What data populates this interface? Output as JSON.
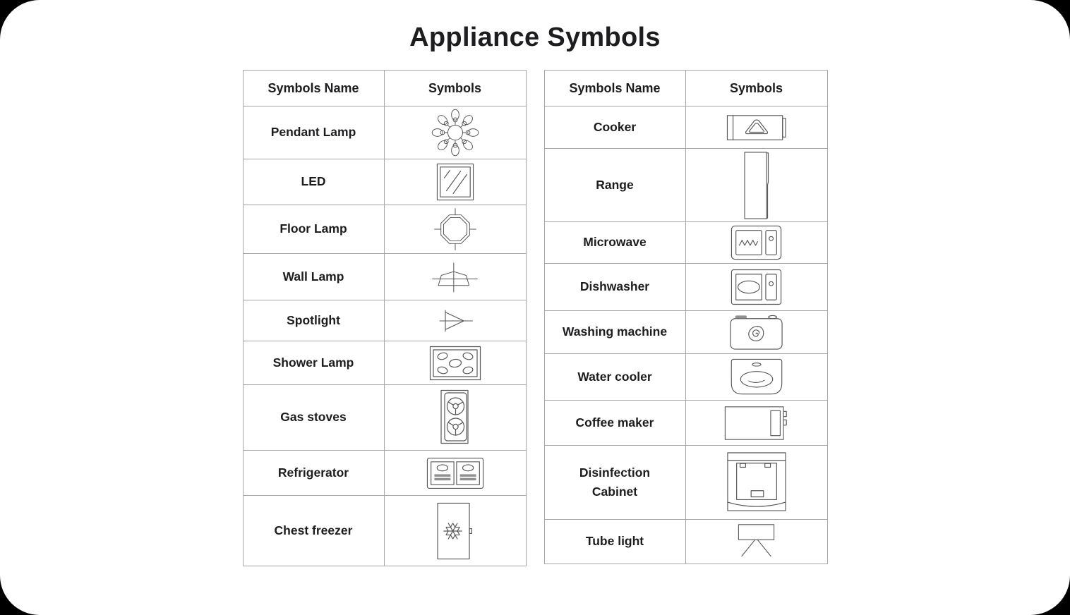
{
  "title": "Appliance Symbols",
  "theme": {
    "page_background": "#000000",
    "card_background": "#ffffff",
    "table_border": "#a6a6a6",
    "text_color": "#1d1d1f",
    "symbol_stroke": "#565656"
  },
  "tables": [
    {
      "name_header": "Symbols Name",
      "symbol_header": "Symbols",
      "rows": [
        {
          "name": "Pendant Lamp",
          "icon": "pendant-lamp-icon"
        },
        {
          "name": "LED",
          "icon": "led-icon"
        },
        {
          "name": "Floor Lamp",
          "icon": "floor-lamp-icon"
        },
        {
          "name": "Wall Lamp",
          "icon": "wall-lamp-icon"
        },
        {
          "name": "Spotlight",
          "icon": "spotlight-icon"
        },
        {
          "name": "Shower Lamp",
          "icon": "shower-lamp-icon"
        },
        {
          "name": "Gas stoves",
          "icon": "gas-stoves-icon"
        },
        {
          "name": "Refrigerator",
          "icon": "refrigerator-icon"
        },
        {
          "name": "Chest freezer",
          "icon": "chest-freezer-icon"
        }
      ]
    },
    {
      "name_header": "Symbols Name",
      "symbol_header": "Symbols",
      "rows": [
        {
          "name": "Cooker",
          "icon": "cooker-icon"
        },
        {
          "name": "Range",
          "icon": "range-icon"
        },
        {
          "name": "Microwave",
          "icon": "microwave-icon"
        },
        {
          "name": "Dishwasher",
          "icon": "dishwasher-icon"
        },
        {
          "name": "Washing machine",
          "icon": "washing-machine-icon"
        },
        {
          "name": "Water cooler",
          "icon": "water-cooler-icon"
        },
        {
          "name": "Coffee maker",
          "icon": "coffee-maker-icon"
        },
        {
          "name": "Disinfection Cabinet",
          "icon": "disinfection-cabinet-icon"
        },
        {
          "name": "Tube light",
          "icon": "tube-light-icon"
        }
      ]
    }
  ]
}
